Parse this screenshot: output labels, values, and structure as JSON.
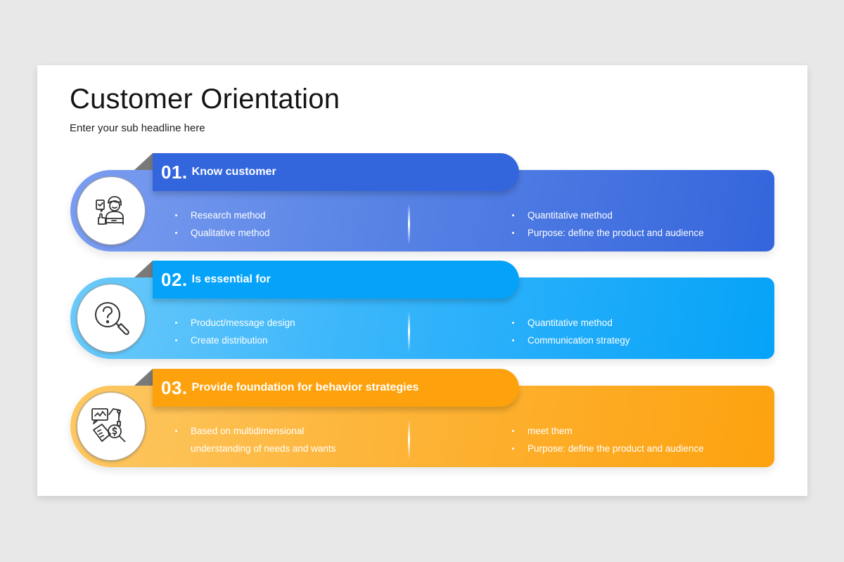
{
  "slide": {
    "title": "Customer Orientation",
    "subtitle": "Enter your sub headline here"
  },
  "colors": {
    "row1": "#3366dd",
    "row2": "#04a3f9",
    "row3": "#fda20c",
    "fold": "#7a7a7a",
    "background": "#e9e8e9"
  },
  "rows": [
    {
      "number": "01.",
      "heading": "Know customer",
      "icon": "customer-thumbs-up-icon",
      "left": [
        "Research  method",
        "Qualitative method"
      ],
      "right": [
        "Quantitative method",
        "Purpose:  define the product  and audience"
      ]
    },
    {
      "number": "02.",
      "heading": "Is essential for",
      "icon": "question-magnifier-icon",
      "left": [
        "Product/message  design",
        "Create distribution"
      ],
      "right": [
        "Quantitative method",
        "Communication strategy"
      ]
    },
    {
      "number": "03.",
      "heading": "Provide foundation for behavior strategies",
      "icon": "market-analysis-icon",
      "left": [
        "Based on multidimensional",
        "understanding  of needs and wants"
      ],
      "right": [
        "meet them",
        "Purpose:  define the product  and audience"
      ]
    }
  ]
}
